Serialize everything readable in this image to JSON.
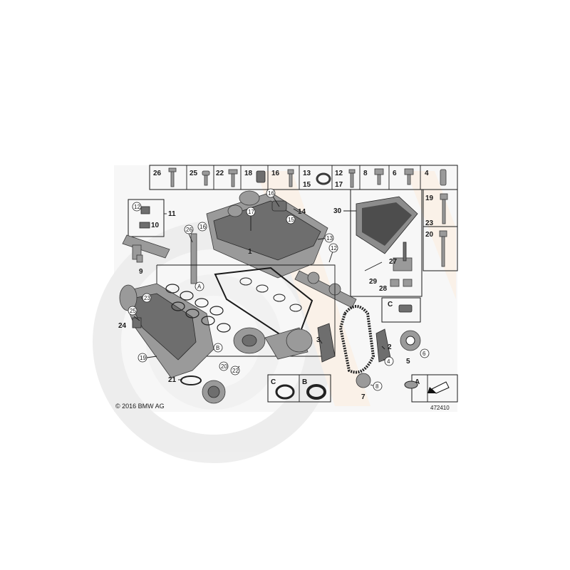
{
  "copyright": "© 2016 BMW AG",
  "diagram_id": "472410",
  "callouts": {
    "c1": "1",
    "c2": "2",
    "c3": "3",
    "c4": "4",
    "c5": "5",
    "c6": "6",
    "c7": "7",
    "c8": "8",
    "c9": "9",
    "c10": "10",
    "c11": "11",
    "c12": "12",
    "c13": "13",
    "c14": "14",
    "c15": "15",
    "c16": "16",
    "c17": "17",
    "c19": "19",
    "c20": "20",
    "c21": "21",
    "c22": "22",
    "c23": "23",
    "c24": "24",
    "c25": "25",
    "c26": "26",
    "c27": "27",
    "c28": "28",
    "c29": "29",
    "c30": "30",
    "cA": "A",
    "cB": "B",
    "cC": "C"
  },
  "top_strip": {
    "s26": "26",
    "s25": "25",
    "s22": "22",
    "s18": "18",
    "s16": "16",
    "s13": "13",
    "s15": "15",
    "s12": "12",
    "s17": "17",
    "s8": "8",
    "s6": "6",
    "s4": "4"
  },
  "side_box": {
    "s19": "19",
    "s23": "23",
    "s20": "20"
  },
  "bottom_boxes": {
    "bC": "C",
    "bB": "B",
    "bA": "A"
  }
}
